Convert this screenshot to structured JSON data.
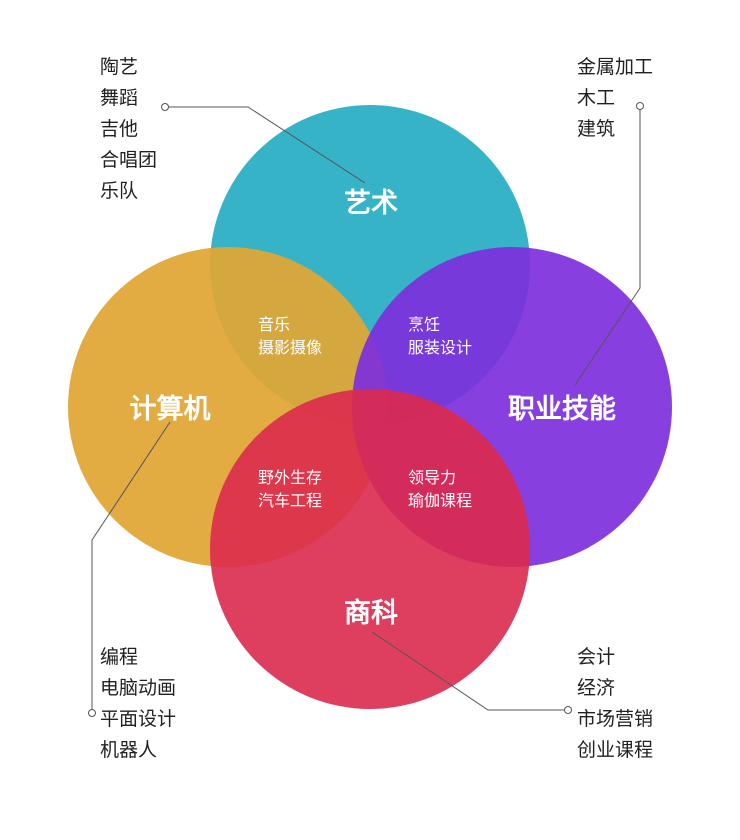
{
  "circles": {
    "arts": {
      "label": "艺术",
      "color": "#2fb1c5"
    },
    "computer": {
      "label": "计算机",
      "color": "#e0a635"
    },
    "vocational": {
      "label": "职业技能",
      "color": "#8030de"
    },
    "business": {
      "label": "商科",
      "color": "#dc3355"
    }
  },
  "overlaps": {
    "arts_computer": [
      "音乐",
      "摄影摄像"
    ],
    "arts_vocational": [
      "烹饪",
      "服装设计"
    ],
    "computer_business": [
      "野外生存",
      "汽车工程"
    ],
    "vocational_business": [
      "领导力",
      "瑜伽课程"
    ]
  },
  "lists": {
    "arts": [
      "陶艺",
      "舞蹈",
      "吉他",
      "合唱团",
      "乐队"
    ],
    "vocational": [
      "金属加工",
      "木工",
      "建筑"
    ],
    "computer": [
      "编程",
      "电脑动画",
      "平面设计",
      "机器人"
    ],
    "business": [
      "会计",
      "经济",
      "市场营销",
      "创业课程"
    ]
  }
}
